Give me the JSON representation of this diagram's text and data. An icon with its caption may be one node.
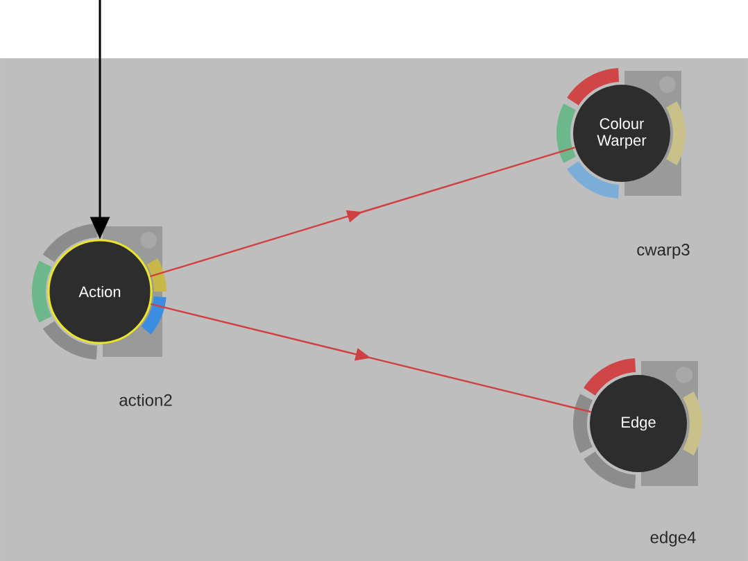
{
  "diagram": {
    "nodes": [
      {
        "text": [
          "Action"
        ],
        "beside": [
          "action2"
        ]
      },
      {
        "text": [
          "Colour Warper"
        ],
        "beside": [
          "cwarp3"
        ]
      },
      {
        "text": [
          "Edge"
        ],
        "beside": [
          "edge4"
        ]
      }
    ],
    "edges": [
      {
        "from": null,
        "to": 0,
        "arrow": "to",
        "color": "#000000"
      },
      {
        "from": 0,
        "to": 1,
        "arrow": "to",
        "color": "#d04040"
      },
      {
        "from": 0,
        "to": 2,
        "arrow": "to",
        "color": "#d04040"
      }
    ]
  }
}
